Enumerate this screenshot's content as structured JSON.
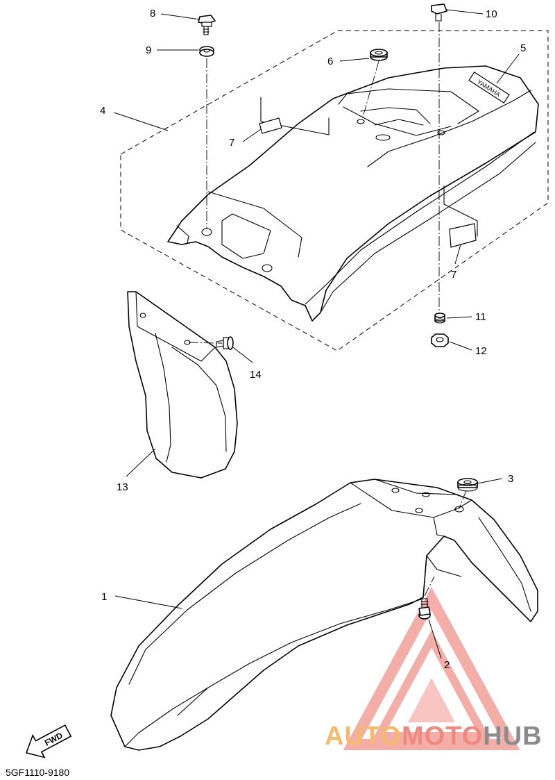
{
  "diagram_code": "5GF1110-9180",
  "callouts": [
    {
      "id": "1",
      "label": "1"
    },
    {
      "id": "2",
      "label": "2"
    },
    {
      "id": "3",
      "label": "3"
    },
    {
      "id": "4",
      "label": "4"
    },
    {
      "id": "5",
      "label": "5"
    },
    {
      "id": "6",
      "label": "6"
    },
    {
      "id": "7a",
      "label": "7"
    },
    {
      "id": "7b",
      "label": "7"
    },
    {
      "id": "8",
      "label": "8"
    },
    {
      "id": "9",
      "label": "9"
    },
    {
      "id": "10",
      "label": "10"
    },
    {
      "id": "11",
      "label": "11"
    },
    {
      "id": "12",
      "label": "12"
    },
    {
      "id": "13",
      "label": "13"
    },
    {
      "id": "14",
      "label": "14"
    }
  ],
  "fwd_arrow_label": "FWD",
  "fender_emblem_text": "YAMAHA",
  "watermark": {
    "part1": "AUTO",
    "part2": "MOTO",
    "part3": "HUB",
    "color_auto": "#f7b96b",
    "color_moto": "#f08a80",
    "color_hub": "#8c8c8c",
    "triangle_color": "#f3a09a"
  }
}
